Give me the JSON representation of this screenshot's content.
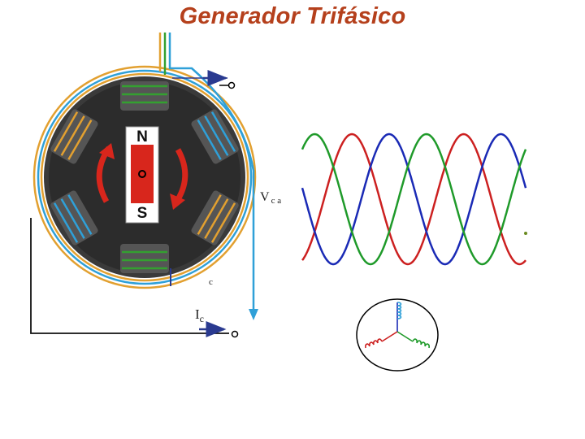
{
  "title": "Generador Trifásico",
  "labels": {
    "vca_main": "V",
    "vca_sub": "c a",
    "c_small": "c",
    "ic_main": "I",
    "ic_sub": "c"
  },
  "rotor": {
    "north": "N",
    "south": "S"
  },
  "colors": {
    "title": "#b5401c",
    "phase_a": "#cc2020",
    "phase_b": "#1a2ab5",
    "phase_c": "#1f9a2a",
    "coil_orange": "#e2a030",
    "coil_blue": "#2fa0d8",
    "coil_green": "#34a030",
    "stator": "#3a3a3a",
    "rotor_red": "#d8261c"
  },
  "icons": [
    "rotation-arrow-icon",
    "current-arrow-icon",
    "terminal-icon",
    "wye-coil-icon"
  ],
  "waveforms": {
    "type": "three-phase-sine",
    "series": [
      {
        "color": "#cc2020",
        "phase_deg": 0
      },
      {
        "color": "#1a2ab5",
        "phase_deg": -120
      },
      {
        "color": "#1f9a2a",
        "phase_deg": 120
      }
    ],
    "cycles": 2
  }
}
